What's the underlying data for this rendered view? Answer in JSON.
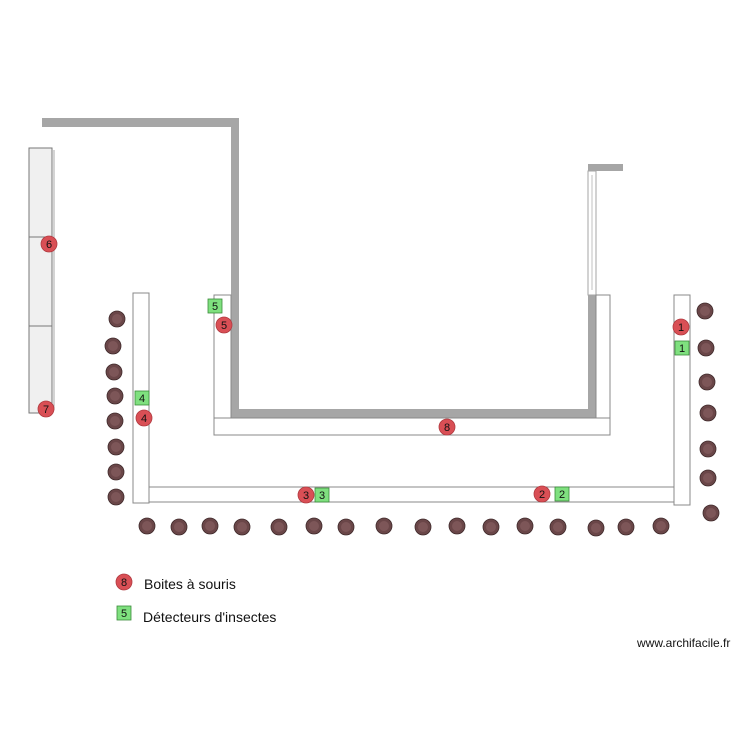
{
  "colors": {
    "wall": "#a6a6a6",
    "bench_fill": "#ffffff",
    "bench_stroke": "#888888",
    "storage_fill": "#f0f0f0",
    "mouse_box": "#d94f55",
    "insect_detector": "#7fe07f",
    "chair": "#6a4648"
  },
  "mouse_boxes": [
    "1",
    "2",
    "3",
    "4",
    "5",
    "6",
    "7",
    "8"
  ],
  "insect_detectors": [
    "1",
    "2",
    "3",
    "4",
    "5"
  ],
  "legend": {
    "mouse_box_marker": "8",
    "mouse_box_label": "Boites à souris",
    "insect_detector_marker": "5",
    "insect_detector_label": "Détecteurs d'insectes"
  },
  "credit": "www.archifacile.fr"
}
